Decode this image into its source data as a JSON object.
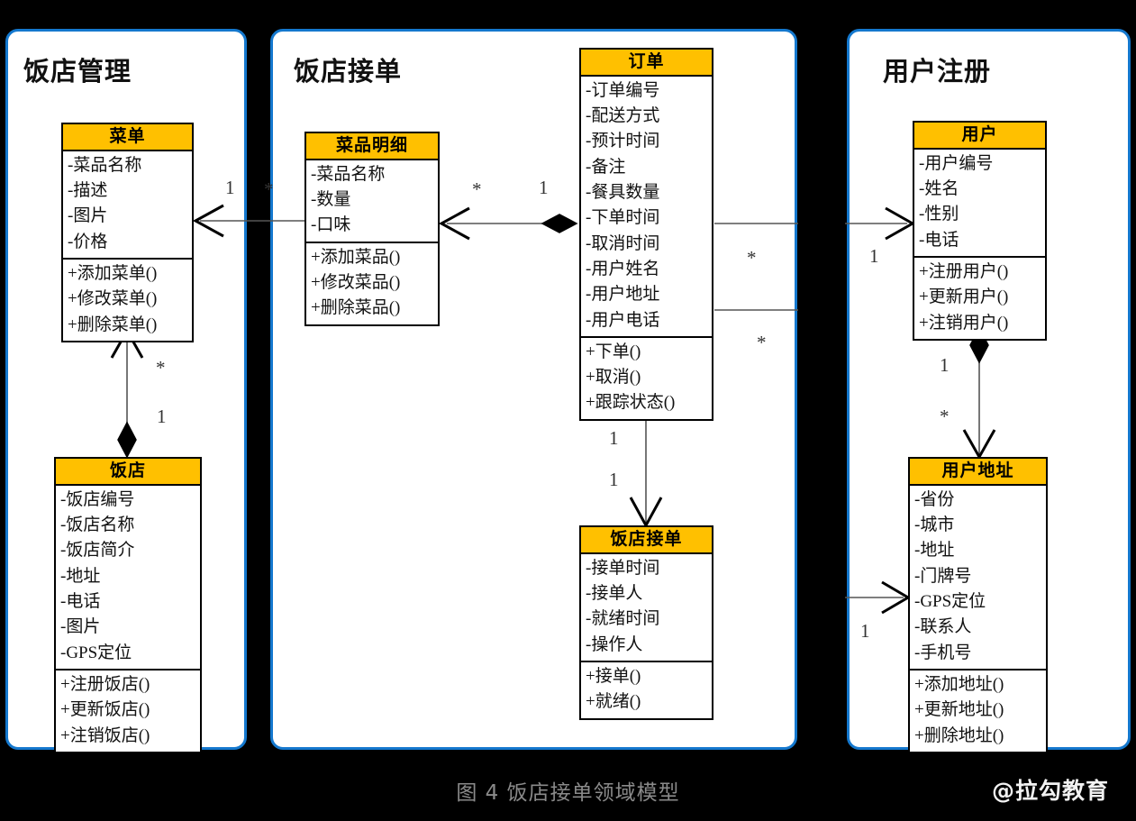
{
  "diagram": {
    "caption": "图 4 饭店接单领域模型",
    "watermark": "@拉勾教育",
    "accent_border": "#1478CE",
    "class_header_fill": "#FFC000",
    "background": "#000000"
  },
  "panels": [
    {
      "id": "restaurant-management",
      "title": "饭店管理"
    },
    {
      "id": "restaurant-order-taking",
      "title": "饭店接单"
    },
    {
      "id": "user-registration",
      "title": "用户注册"
    }
  ],
  "classes": {
    "menu": {
      "name": "菜单",
      "attributes": [
        "-菜品名称",
        "-描述",
        "-图片",
        "-价格"
      ],
      "methods": [
        "+添加菜单()",
        "+修改菜单()",
        "+删除菜单()"
      ]
    },
    "restaurant": {
      "name": "饭店",
      "attributes": [
        "-饭店编号",
        "-饭店名称",
        "-饭店简介",
        "-地址",
        "-电话",
        "-图片",
        "-GPS定位"
      ],
      "methods": [
        "+注册饭店()",
        "+更新饭店()",
        "+注销饭店()"
      ]
    },
    "dish_detail": {
      "name": "菜品明细",
      "attributes": [
        "-菜品名称",
        "-数量",
        "-口味"
      ],
      "methods": [
        "+添加菜品()",
        "+修改菜品()",
        "+删除菜品()"
      ]
    },
    "order": {
      "name": "订单",
      "attributes": [
        "-订单编号",
        "-配送方式",
        "-预计时间",
        "-备注",
        "-餐具数量",
        "-下单时间",
        "-取消时间",
        "-用户姓名",
        "-用户地址",
        "-用户电话"
      ],
      "methods": [
        "+下单()",
        "+取消()",
        "+跟踪状态()"
      ]
    },
    "order_taking": {
      "name": "饭店接单",
      "attributes": [
        "-接单时间",
        "-接单人",
        "-就绪时间",
        "-操作人"
      ],
      "methods": [
        "+接单()",
        "+就绪()"
      ]
    },
    "user": {
      "name": "用户",
      "attributes": [
        "-用户编号",
        "-姓名",
        "-性别",
        "-电话"
      ],
      "methods": [
        "+注册用户()",
        "+更新用户()",
        "+注销用户()"
      ]
    },
    "user_address": {
      "name": "用户地址",
      "attributes": [
        "-省份",
        "-城市",
        "-地址",
        "-门牌号",
        "-GPS定位",
        "-联系人",
        "-手机号"
      ],
      "methods": [
        "+添加地址()",
        "+更新地址()",
        "+删除地址()"
      ]
    }
  },
  "relations": [
    {
      "id": "dishdetail-to-menu",
      "from": "菜品明细",
      "to": "菜单",
      "type": "association",
      "from_multiplicity": "*",
      "to_multiplicity": "1"
    },
    {
      "id": "order-to-dishdetail",
      "from": "订单",
      "to": "菜品明细",
      "type": "composition",
      "from_multiplicity": "1",
      "to_multiplicity": "*"
    },
    {
      "id": "restaurant-to-menu",
      "from": "饭店",
      "to": "菜单",
      "type": "composition",
      "from_multiplicity": "1",
      "to_multiplicity": "*"
    },
    {
      "id": "order-to-ordertaking",
      "from": "订单",
      "to": "饭店接单",
      "type": "association",
      "from_multiplicity": "1",
      "to_multiplicity": "1"
    },
    {
      "id": "order-to-user",
      "from": "订单",
      "to": "用户",
      "type": "association",
      "from_multiplicity": "*",
      "to_multiplicity": "1"
    },
    {
      "id": "order-to-useraddress",
      "from": "订单",
      "to": "用户地址",
      "type": "association",
      "from_multiplicity": "*",
      "to_multiplicity": "1"
    },
    {
      "id": "user-to-useraddress",
      "from": "用户",
      "to": "用户地址",
      "type": "composition",
      "from_multiplicity": "1",
      "to_multiplicity": "*"
    }
  ],
  "multiplicity_labels": {
    "menu_side_dishdetail": "1",
    "dishdetail_side_menu": "*",
    "dishdetail_side_order": "*",
    "order_side_dishdetail": "1",
    "menu_side_restaurant": "*",
    "restaurant_side_menu": "1",
    "order_side_ordertaking_top": "1",
    "order_side_ordertaking_bottom": "1",
    "order_side_user": "*",
    "user_side_order": "1",
    "order_side_useraddress": "*",
    "useraddress_side_order": "1",
    "user_side_useraddress": "1",
    "useraddress_side_user": "*"
  }
}
